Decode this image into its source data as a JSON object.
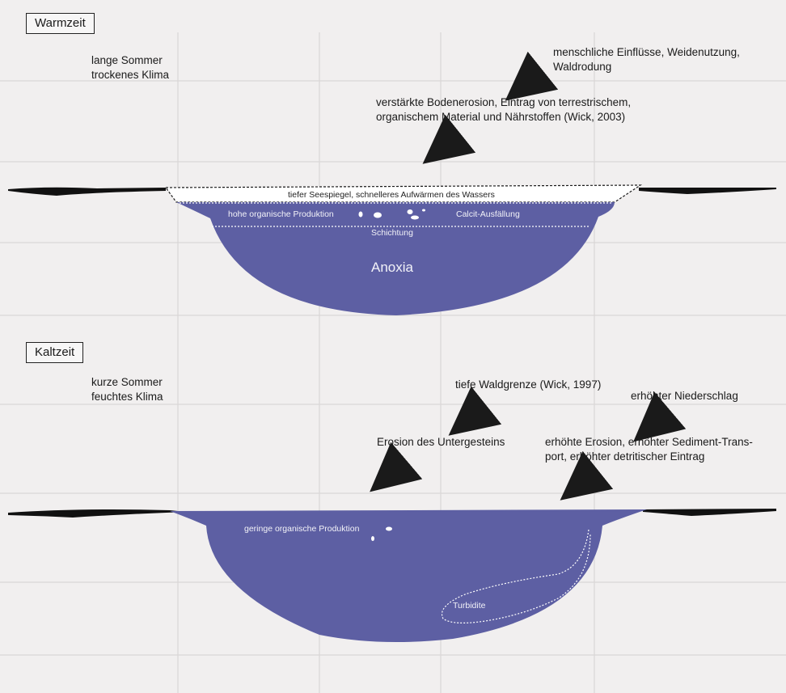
{
  "warm": {
    "title": "Warmzeit",
    "climate": [
      "lange Sommer",
      "trockenes Klima"
    ],
    "influence": [
      "menschliche Einflüsse, Weidenutzung,",
      "Waldrodung"
    ],
    "erosion": [
      "verstärkte Bodenerosion, Eintrag von terrestrischem,",
      "organischem Material und Nährstoffen (Wick, 2003)"
    ],
    "surface": "tiefer Seespiegel, schnelleres Aufwärmen des Wassers",
    "organic": "hohe organische Produktion",
    "calcite": "Calcit-Ausfällung",
    "stratification": "Schichtung",
    "anoxia": "Anoxia"
  },
  "cold": {
    "title": "Kaltzeit",
    "climate": [
      "kurze Sommer",
      "feuchtes Klima"
    ],
    "treeline": "tiefe Waldgrenze (Wick, 1997)",
    "precipitation": "erhöhter Niederschlag",
    "bedrock": "Erosion des Untergesteins",
    "sediment": [
      "erhöhte Erosion, erhöhter Sediment-Trans-",
      "port, erhöhter detritischer Eintrag"
    ],
    "organic": "geringe organische Produktion",
    "turbidite": "Turbidite"
  },
  "colors": {
    "lake": "#5d5fa3",
    "ground": "#111111",
    "arrow": "#1a1a1a"
  }
}
